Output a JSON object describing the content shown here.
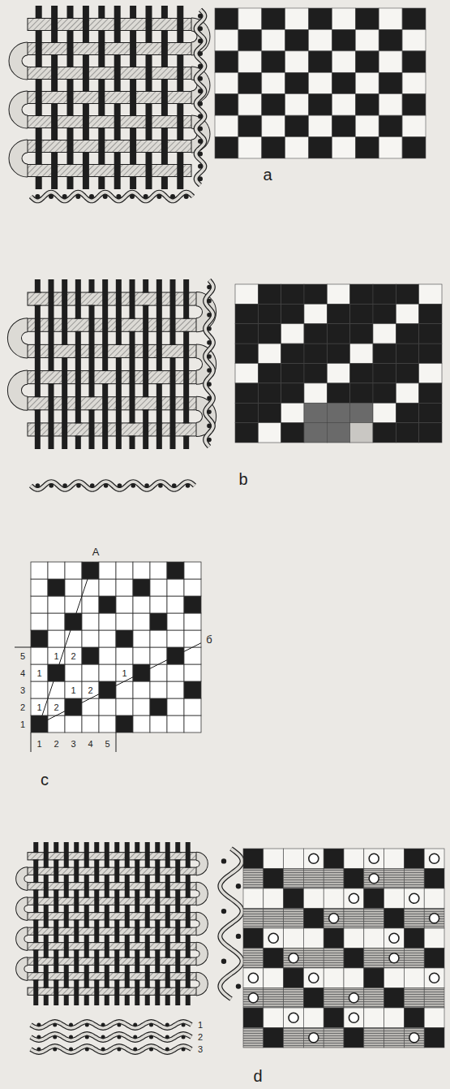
{
  "diagram": {
    "labels": [
      "a",
      "b",
      "A",
      "б",
      "5",
      "1",
      "2",
      "4",
      "1",
      "1",
      "3",
      "1",
      "2",
      "2",
      "1",
      "2",
      "1",
      "1",
      "2",
      "3",
      "4",
      "5",
      "c",
      "1",
      "2",
      "3",
      "d"
    ]
  }
}
